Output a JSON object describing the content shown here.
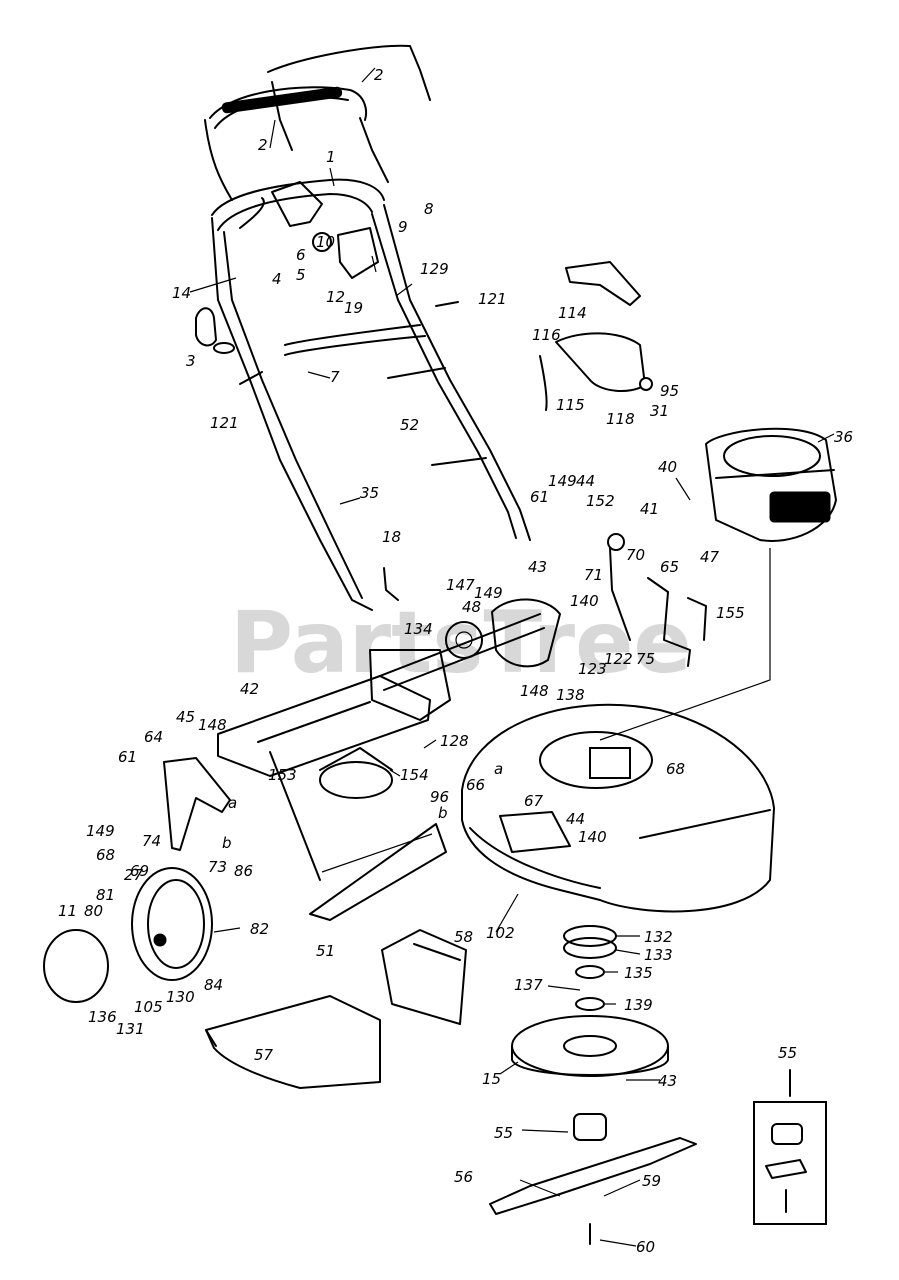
{
  "watermark": "PartsTree",
  "labels": {
    "l1": "1",
    "l2a": "2",
    "l2b": "2",
    "l3": "3",
    "l4": "4",
    "l5": "5",
    "l6": "6",
    "l7": "7",
    "l8": "8",
    "l9": "9",
    "l10": "10",
    "l11": "11",
    "l12": "12",
    "l14": "14",
    "l15": "15",
    "l18": "18",
    "l19": "19",
    "l27": "27",
    "l31": "31",
    "l35": "35",
    "l36": "36",
    "l40": "40",
    "l41": "41",
    "l42": "42",
    "l43a": "43",
    "l43b": "43",
    "l44a": "44",
    "l44b": "44",
    "l45": "45",
    "l47": "47",
    "l48": "48",
    "l51": "51",
    "l52": "52",
    "l55a": "55",
    "l55b": "55",
    "l56": "56",
    "l57": "57",
    "l58": "58",
    "l59": "59",
    "l60": "60",
    "l61a": "61",
    "l61b": "61",
    "l64": "64",
    "l65": "65",
    "l66": "66",
    "l67": "67",
    "l68a": "68",
    "l68b": "68",
    "l69": "69",
    "l70": "70",
    "l71": "71",
    "l73": "73",
    "l74": "74",
    "l75": "75",
    "l80": "80",
    "l81": "81",
    "l82": "82",
    "l84": "84",
    "l86": "86",
    "l95": "95",
    "l96": "96",
    "l102": "102",
    "l105": "105",
    "l114": "114",
    "l115": "115",
    "l116": "116",
    "l118": "118",
    "l121a": "121",
    "l121b": "121",
    "l122": "122",
    "l123": "123",
    "l128": "128",
    "l129": "129",
    "l130": "130",
    "l131": "131",
    "l132": "132",
    "l133": "133",
    "l134": "134",
    "l135": "135",
    "l136": "136",
    "l137": "137",
    "l138": "138",
    "l139": "139",
    "l140a": "140",
    "l140b": "140",
    "l147": "147",
    "l148a": "148",
    "l148b": "148",
    "l149a": "149",
    "l149b": "149",
    "l149c": "149",
    "l152": "152",
    "l153": "153",
    "l154": "154",
    "l155": "155",
    "la1": "a",
    "la2": "a",
    "lb1": "b",
    "lb2": "b"
  }
}
